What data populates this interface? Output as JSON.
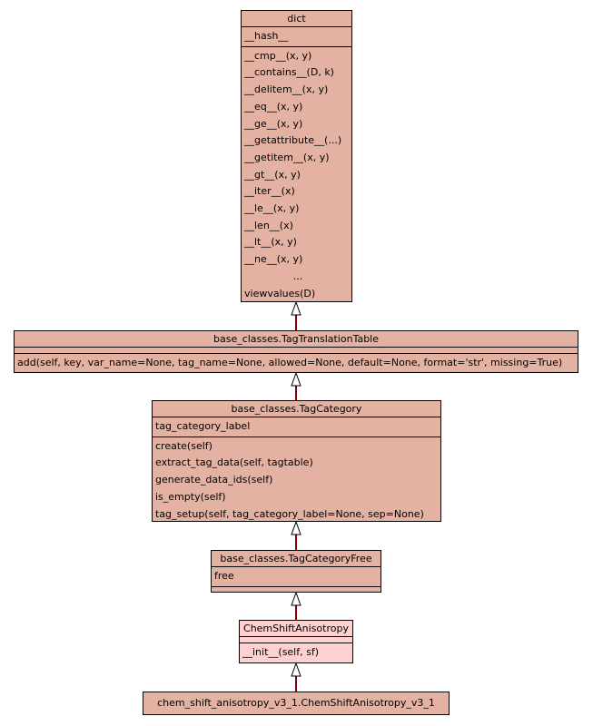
{
  "classes": {
    "dict": {
      "name": "dict",
      "attributes": [
        "__hash__"
      ],
      "methods": [
        "__cmp__(x, y)",
        "__contains__(D, k)",
        "__delitem__(x, y)",
        "__eq__(x, y)",
        "__ge__(x, y)",
        "__getattribute__(...)",
        "__getitem__(x, y)",
        "__gt__(x, y)",
        "__iter__(x)",
        "__le__(x, y)",
        "__len__(x)",
        "__lt__(x, y)",
        "__ne__(x, y)",
        "...",
        "viewvalues(D)"
      ]
    },
    "tag_translation_table": {
      "name": "base_classes.TagTranslationTable",
      "methods": [
        "add(self, key, var_name=None, tag_name=None, allowed=None, default=None, format='str', missing=True)"
      ]
    },
    "tag_category": {
      "name": "base_classes.TagCategory",
      "attributes": [
        "tag_category_label"
      ],
      "methods": [
        "create(self)",
        "extract_tag_data(self, tagtable)",
        "generate_data_ids(self)",
        "is_empty(self)",
        "tag_setup(self, tag_category_label=None, sep=None)"
      ]
    },
    "tag_category_free": {
      "name": "base_classes.TagCategoryFree",
      "attributes": [
        "free"
      ]
    },
    "chem_shift_anisotropy": {
      "name": "ChemShiftAnisotropy",
      "methods": [
        "__init__(self, sf)"
      ]
    },
    "chem_shift_anisotropy_v3_1": {
      "name": "chem_shift_anisotropy_v3_1.ChemShiftAnisotropy_v3_1"
    }
  },
  "colors": {
    "class_fill": "#e3b2a2",
    "highlight_fill": "#ffd0d0",
    "edge": "#8b0000"
  }
}
